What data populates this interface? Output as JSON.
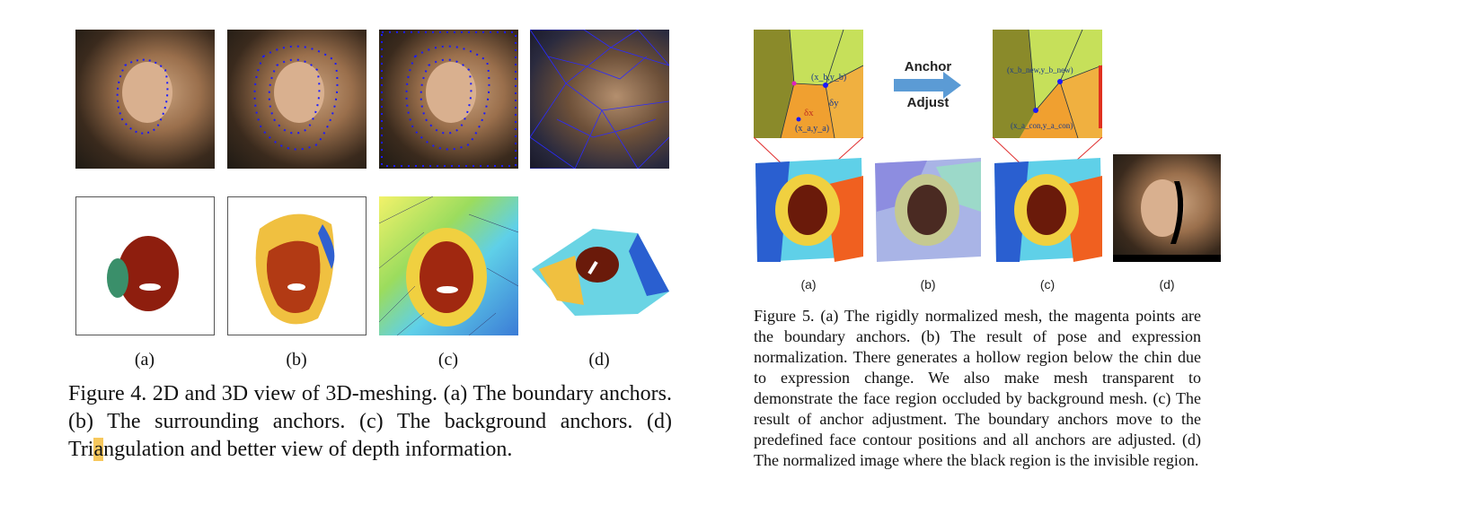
{
  "figure4": {
    "subcaptions": [
      "(a)",
      "(b)",
      "(c)",
      "(d)"
    ],
    "caption_pre": "Figure 4. 2D and 3D view of 3D-meshing. (a) The boundary anchors. (b) The surrounding anchors. (c) The background anchors. (d) Tri",
    "caption_highlight": "a",
    "caption_post": "ngulation and better view of depth information."
  },
  "figure5": {
    "arrow_top_label": "Anchor",
    "arrow_bottom_label": "Adjust",
    "zoom_labels_a": [
      "(x_b,y_b)",
      "δx",
      "δy",
      "(x_a,y_a)"
    ],
    "zoom_labels_c": [
      "(x_b_new,y_b_new)",
      "(x_a_con,y_a_con)"
    ],
    "subcaptions": [
      "(a)",
      "(b)",
      "(c)",
      "(d)"
    ],
    "caption": "Figure 5. (a) The rigidly normalized mesh, the magenta points are the boundary anchors. (b) The result of pose and expression normalization. There generates a hollow region below the chin due to expression change. We also make mesh transparent to demonstrate the face region occluded by background mesh. (c) The result of anchor adjustment. The boundary anchors move to the predefined face contour positions and all anchors are adjusted. (d) The normalized image where the black region is the invisible region."
  },
  "colors": {
    "anchor_blue": "#1a1aff",
    "highlight": "#f7c85d",
    "arrow": "#5b9bd5",
    "magenta": "#e020c0"
  }
}
